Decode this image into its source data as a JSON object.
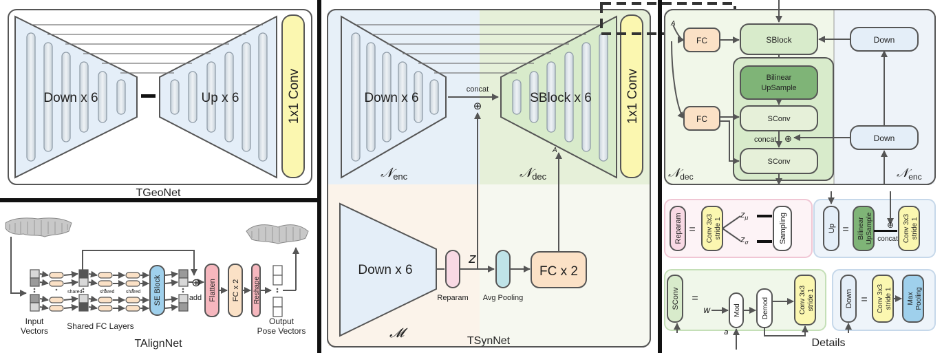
{
  "tgeonet": {
    "title": "TGeoNet",
    "down_label": "Down x 6",
    "up_label": "Up x 6",
    "conv_label": "1x1 Conv"
  },
  "talignet": {
    "title": "TAlignNet",
    "input_label_1": "Input",
    "input_label_2": "Vectors",
    "fc_layers_label": "Shared FC Layers",
    "shared_1": "shared",
    "shared_2": "shared",
    "shared_3": "shared",
    "se_block": "SE Block",
    "add_label": "add",
    "flatten": "Flatten",
    "fc2": "FC x 2",
    "reshape": "Reshape",
    "output_label_1": "Output",
    "output_label_2": "Pose Vectors"
  },
  "tsynnet": {
    "title": "TSynNet",
    "down_label": "Down x 6",
    "sblock_label": "SBlock x 6",
    "conv_label": "1x1 Conv",
    "concat_label": "concat",
    "oplus": "⊕",
    "n_enc": "𝒩",
    "n_enc_sub": "enc",
    "n_dec": "𝒩",
    "n_dec_sub": "dec",
    "a_label": "A",
    "z_label": "z",
    "m_label": "𝓜",
    "down_small": "Down x 6",
    "reparam": "Reparam",
    "avg_pool": "Avg Pooling",
    "fcx2": "FC x 2"
  },
  "details": {
    "title": "Details",
    "a_label": "A",
    "fc_1": "FC",
    "fc_2": "FC",
    "sblock": "SBlock",
    "down_1": "Down",
    "down_2": "Down",
    "bilinear_1": "Bilinear",
    "bilinear_2": "UpSample",
    "sconv_1": "SConv",
    "sconv_2": "SConv",
    "concat": "concat",
    "oplus": "⊕",
    "n_dec": "𝒩",
    "n_dec_sub": "dec",
    "n_enc": "𝒩",
    "n_enc_sub": "enc",
    "reparam": "Reparam",
    "eq": "=",
    "conv3x3_1": "Conv 3x3",
    "stride_1": "stride 1",
    "z_mu": "z",
    "mu": "μ",
    "z_sigma": "z",
    "sigma": "σ",
    "sampling": "Sampling",
    "up": "Up",
    "bil_up_1": "Bilinear",
    "bil_up_2": "UpSample",
    "concat_2": "concat",
    "sconv": "SConv",
    "w_label": "w",
    "a_small": "a",
    "mod": "Mod",
    "demod": "Demod",
    "down": "Down",
    "maxpool_1": "Max",
    "maxpool_2": "Pooling"
  },
  "colors": {
    "blue_bg": "#e4eef8",
    "green_bg": "#d8ebcb",
    "peach": "#fbe1c6",
    "pink": "#f8d9e4",
    "yellow": "#fbf7b0",
    "teal": "#bfe3e8",
    "dark_green": "#7fb477"
  }
}
